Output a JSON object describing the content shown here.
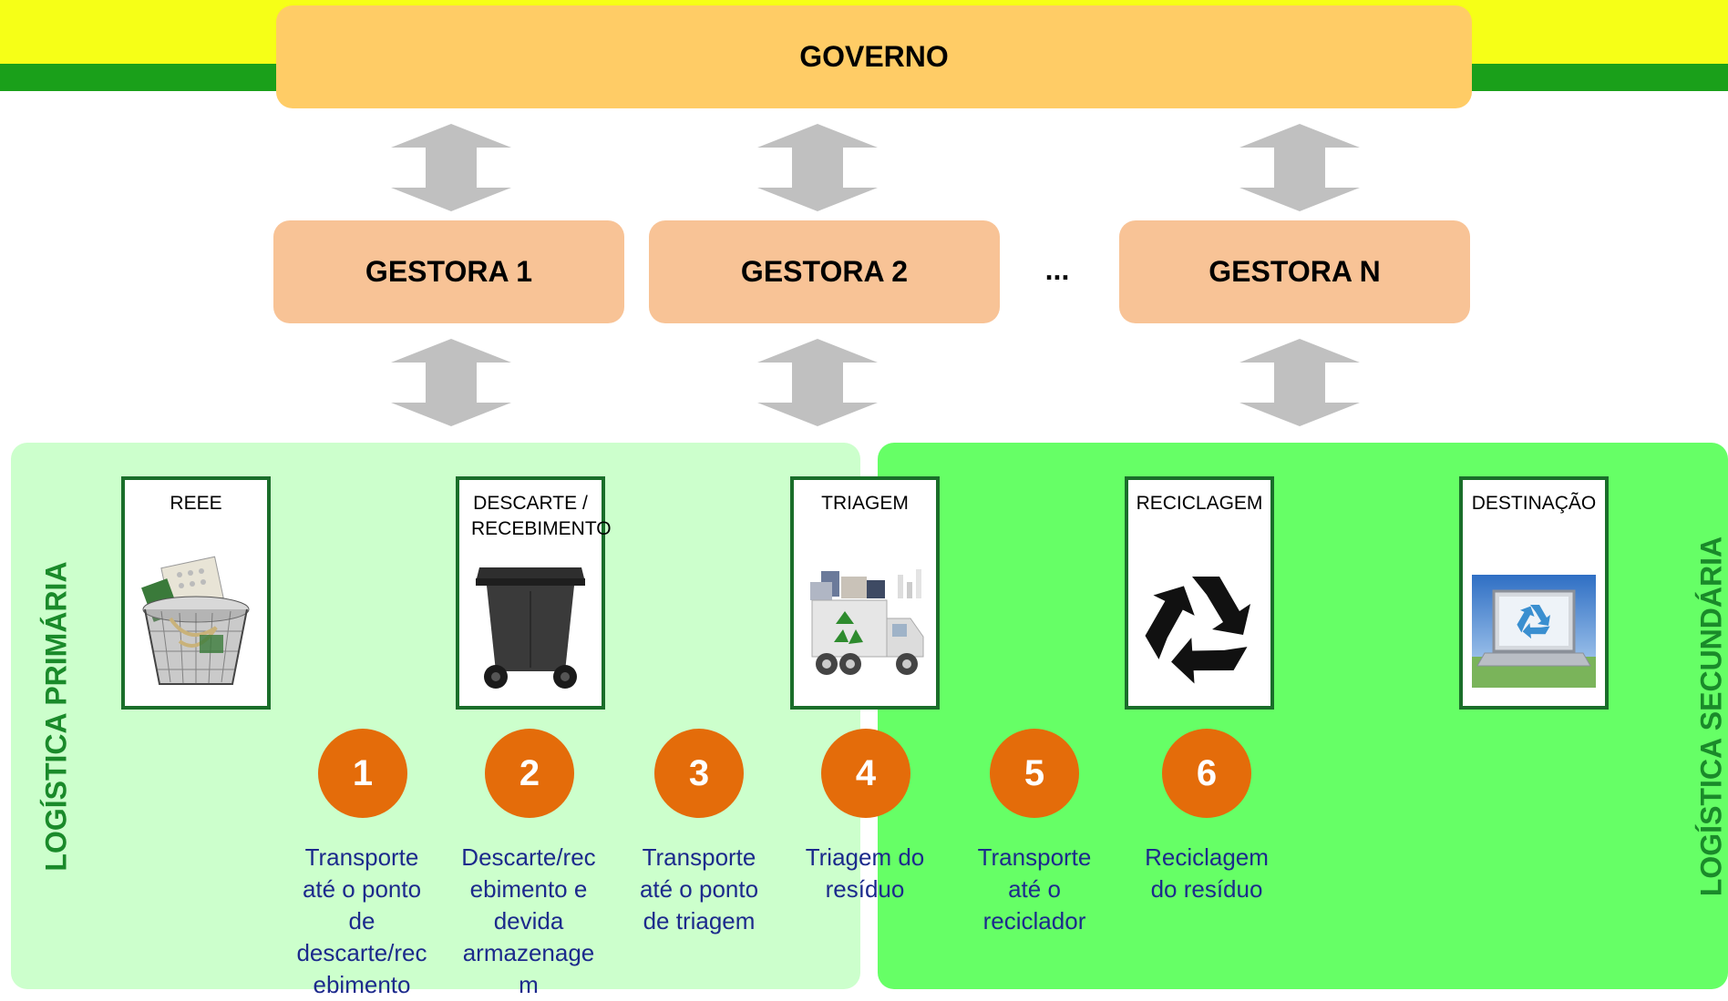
{
  "colors": {
    "top_bar_yellow": "#f6ff17",
    "top_bar_green": "#1aa01a",
    "governo_fill": "#ffcc66",
    "gestora_fill": "#f8c396",
    "primary_zone": "#ccffcc",
    "secondary_zone": "#66ff66",
    "step_circle": "#e46c0a",
    "step_text": "#1c2a8c",
    "zone_label": "#1a8a2a",
    "arrow": "#c0c0c0"
  },
  "governo": "GOVERNO",
  "gestoras": [
    "GESTORA 1",
    "GESTORA 2",
    "GESTORA N"
  ],
  "ellipsis": "...",
  "zones": {
    "primary": "LOGÍSTICA PRIMÁRIA",
    "secondary": "LOGÍSTICA SECUNDÁRIA"
  },
  "cards": [
    {
      "title": "REEE",
      "icon": "trash-basket-icon"
    },
    {
      "title": "DESCARTE / RECEBIMENTO",
      "icon": "wheelie-bin-icon"
    },
    {
      "title": "TRIAGEM",
      "icon": "recycling-truck-icon"
    },
    {
      "title": "RECICLAGEM",
      "icon": "recycle-symbol-icon"
    },
    {
      "title": "DESTINAÇÃO",
      "icon": "laptop-recycle-icon"
    }
  ],
  "steps": [
    {
      "number": "1",
      "text": "Transporte até o ponto de descarte/recebimento"
    },
    {
      "number": "2",
      "text": "Descarte/recebimento e devida armazenagem"
    },
    {
      "number": "3",
      "text": "Transporte até o ponto de triagem"
    },
    {
      "number": "4",
      "text": "Triagem do resíduo"
    },
    {
      "number": "5",
      "text": "Transporte até o reciclador"
    },
    {
      "number": "6",
      "text": "Reciclagem do resíduo"
    }
  ]
}
